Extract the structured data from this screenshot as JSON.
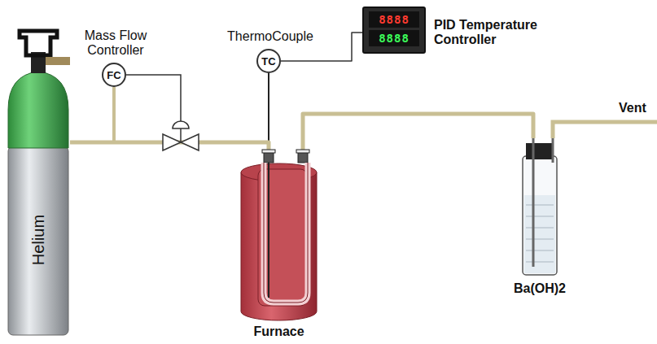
{
  "diagram": {
    "nodes": [
      {
        "text": [
          "Mass Flow Controller",
          "FC"
        ]
      },
      {
        "text": [
          "ThermoCouple",
          "TC"
        ]
      },
      {
        "text": [
          "8888",
          "8888",
          "PID Temperature Controller"
        ]
      },
      {
        "text": [
          "Helium"
        ]
      },
      {
        "text": [
          "Furnace"
        ]
      },
      {
        "text": [
          "Ba(OH)2"
        ]
      }
    ],
    "edges": [
      {
        "from": 3,
        "to": 4,
        "arrow": "none"
      },
      {
        "from": 4,
        "to": 5,
        "arrow": "none"
      },
      {
        "from": 1,
        "to": 2,
        "arrow": "none"
      }
    ],
    "labels": [
      "Vent"
    ]
  }
}
